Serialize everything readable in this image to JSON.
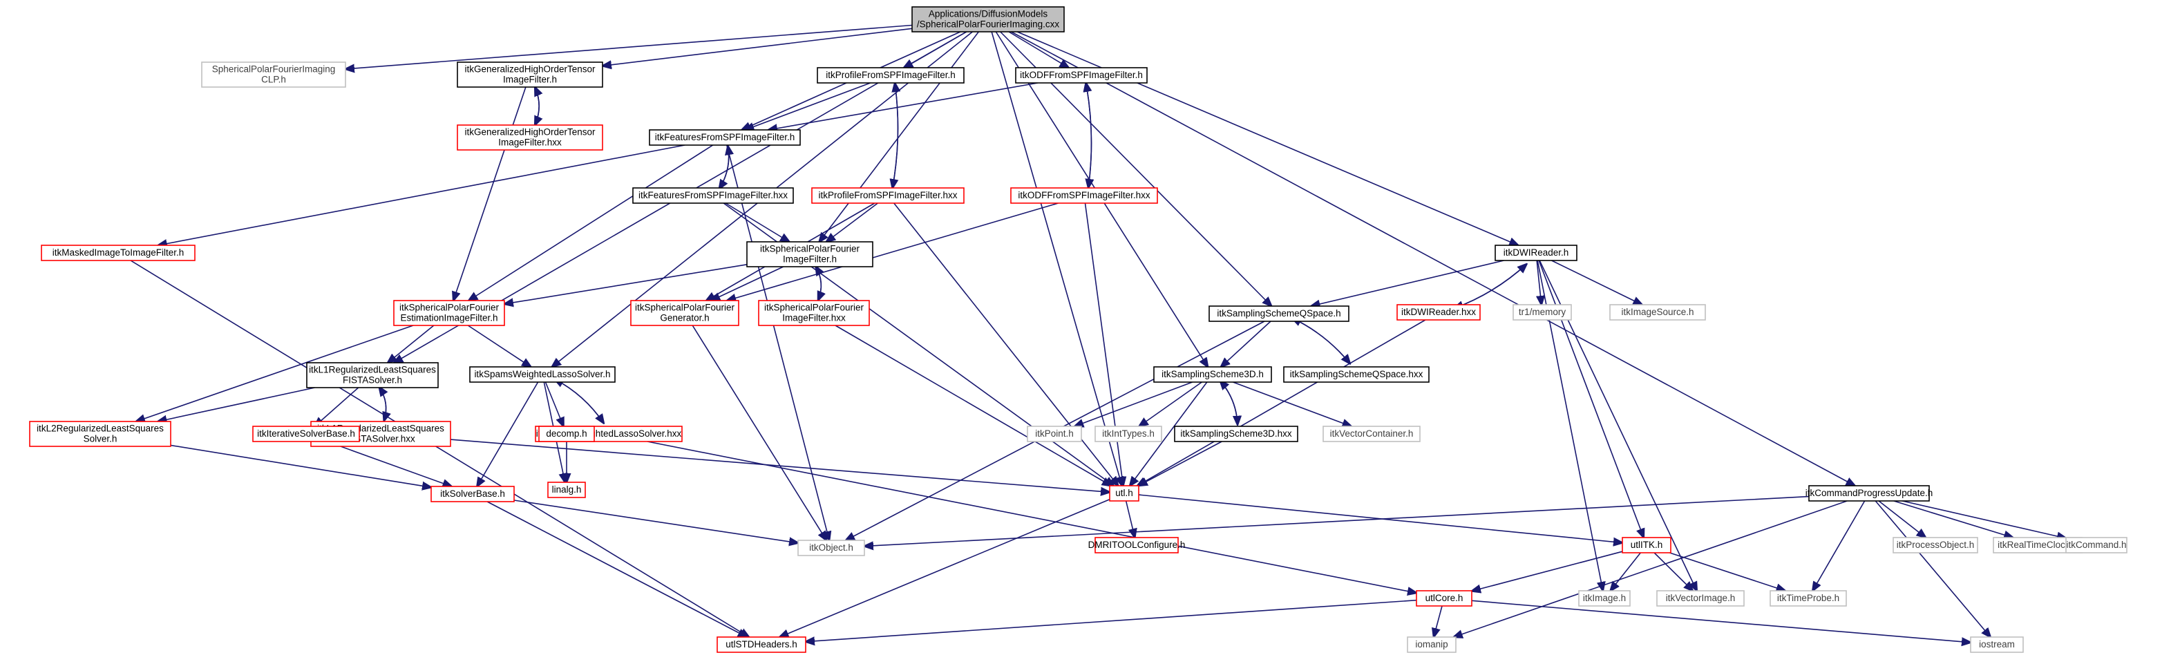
{
  "colors": {
    "root_fill": "#bfbfbf",
    "edge": "#191970",
    "border_black": "#000000",
    "border_red": "#ff0000",
    "border_gray": "#bfbfbf",
    "text_dark": "#000000",
    "text_gray": "#404040"
  },
  "nodes": [
    {
      "id": "root",
      "lines": [
        "Applications/DiffusionModels",
        "/SphericalPolarFourierImaging.cxx"
      ],
      "style": "root"
    },
    {
      "id": "clp",
      "lines": [
        "SphericalPolarFourierImaging",
        "CLP.h"
      ],
      "style": "gray"
    },
    {
      "id": "ghotH",
      "lines": [
        "itkGeneralizedHighOrderTensor",
        "ImageFilter.h"
      ],
      "style": "black"
    },
    {
      "id": "ghotHxx",
      "lines": [
        "itkGeneralizedHighOrderTensor",
        "ImageFilter.hxx"
      ],
      "style": "red"
    },
    {
      "id": "profH",
      "lines": [
        "itkProfileFromSPFImageFilter.h"
      ],
      "style": "black"
    },
    {
      "id": "odfH",
      "lines": [
        "itkODFFromSPFImageFilter.h"
      ],
      "style": "black"
    },
    {
      "id": "featH",
      "lines": [
        "itkFeaturesFromSPFImageFilter.h"
      ],
      "style": "black"
    },
    {
      "id": "featHxx",
      "lines": [
        "itkFeaturesFromSPFImageFilter.hxx"
      ],
      "style": "black"
    },
    {
      "id": "profHxx",
      "lines": [
        "itkProfileFromSPFImageFilter.hxx"
      ],
      "style": "red"
    },
    {
      "id": "odfHxx",
      "lines": [
        "itkODFFromSPFImageFilter.hxx"
      ],
      "style": "red"
    },
    {
      "id": "masked",
      "lines": [
        "itkMaskedImageToImageFilter.h"
      ],
      "style": "red"
    },
    {
      "id": "spfIF",
      "lines": [
        "itkSphericalPolarFourier",
        "ImageFilter.h"
      ],
      "style": "black"
    },
    {
      "id": "spfEst",
      "lines": [
        "itkSphericalPolarFourier",
        "EstimationImageFilter.h"
      ],
      "style": "red"
    },
    {
      "id": "spfGen",
      "lines": [
        "itkSphericalPolarFourier",
        "Generator.h"
      ],
      "style": "red"
    },
    {
      "id": "spfIFhxx",
      "lines": [
        "itkSphericalPolarFourier",
        "ImageFilter.hxx"
      ],
      "style": "red"
    },
    {
      "id": "dwiH",
      "lines": [
        "itkDWIReader.h"
      ],
      "style": "black"
    },
    {
      "id": "dwiHxx",
      "lines": [
        "itkDWIReader.hxx"
      ],
      "style": "red"
    },
    {
      "id": "tr1",
      "lines": [
        "tr1/memory"
      ],
      "style": "gray"
    },
    {
      "id": "imgSrc",
      "lines": [
        "itkImageSource.h"
      ],
      "style": "gray"
    },
    {
      "id": "ssqH",
      "lines": [
        "itkSamplingSchemeQSpace.h"
      ],
      "style": "black"
    },
    {
      "id": "ssqHxx",
      "lines": [
        "itkSamplingSchemeQSpace.hxx"
      ],
      "style": "black"
    },
    {
      "id": "ss3H",
      "lines": [
        "itkSamplingScheme3D.h"
      ],
      "style": "black"
    },
    {
      "id": "ss3Hxx",
      "lines": [
        "itkSamplingScheme3D.hxx"
      ],
      "style": "black"
    },
    {
      "id": "fistaH",
      "lines": [
        "itkL1RegularizedLeastSquares",
        "FISTASolver.h"
      ],
      "style": "black"
    },
    {
      "id": "fistaHxx",
      "lines": [
        "itkL1RegularizedLeastSquares",
        "FISTASolver.hxx"
      ],
      "style": "red"
    },
    {
      "id": "spamsH",
      "lines": [
        "itkSpamsWeightedLassoSolver.h"
      ],
      "style": "black"
    },
    {
      "id": "spamsHxx",
      "lines": [
        "itkSpamsWeightedLassoSolver.hxx"
      ],
      "style": "red"
    },
    {
      "id": "l2",
      "lines": [
        "itkL2RegularizedLeastSquares",
        "Solver.h"
      ],
      "style": "red"
    },
    {
      "id": "iter",
      "lines": [
        "itkIterativeSolverBase.h"
      ],
      "style": "red"
    },
    {
      "id": "decomp",
      "lines": [
        "decomp.h"
      ],
      "style": "red"
    },
    {
      "id": "linalg",
      "lines": [
        "linalg.h"
      ],
      "style": "red"
    },
    {
      "id": "solverBase",
      "lines": [
        "itkSolverBase.h"
      ],
      "style": "red"
    },
    {
      "id": "point",
      "lines": [
        "itkPoint.h"
      ],
      "style": "gray"
    },
    {
      "id": "intTypes",
      "lines": [
        "itkIntTypes.h"
      ],
      "style": "gray"
    },
    {
      "id": "vecCont",
      "lines": [
        "itkVectorContainer.h"
      ],
      "style": "gray"
    },
    {
      "id": "utlh",
      "lines": [
        "utl.h"
      ],
      "style": "red"
    },
    {
      "id": "cmdProg",
      "lines": [
        "itkCommandProgressUpdate.h"
      ],
      "style": "black"
    },
    {
      "id": "object",
      "lines": [
        "itkObject.h"
      ],
      "style": "gray"
    },
    {
      "id": "dmri",
      "lines": [
        "DMRITOOLConfigure.h"
      ],
      "style": "red"
    },
    {
      "id": "utlITK",
      "lines": [
        "utlITK.h"
      ],
      "style": "red"
    },
    {
      "id": "procObj",
      "lines": [
        "itkProcessObject.h"
      ],
      "style": "gray"
    },
    {
      "id": "rtClock",
      "lines": [
        "itkRealTimeClock.h"
      ],
      "style": "gray"
    },
    {
      "id": "command",
      "lines": [
        "itkCommand.h"
      ],
      "style": "gray"
    },
    {
      "id": "image",
      "lines": [
        "itkImage.h"
      ],
      "style": "gray"
    },
    {
      "id": "vecImage",
      "lines": [
        "itkVectorImage.h"
      ],
      "style": "gray"
    },
    {
      "id": "timeProbe",
      "lines": [
        "itkTimeProbe.h"
      ],
      "style": "gray"
    },
    {
      "id": "utlCore",
      "lines": [
        "utlCore.h"
      ],
      "style": "red"
    },
    {
      "id": "stdh",
      "lines": [
        "utlSTDHeaders.h"
      ],
      "style": "red"
    },
    {
      "id": "iomanip",
      "lines": [
        "iomanip"
      ],
      "style": "gray"
    },
    {
      "id": "iostream",
      "lines": [
        "iostream"
      ],
      "style": "gray"
    }
  ],
  "edges": [
    [
      "root",
      "clp"
    ],
    [
      "root",
      "ghotH"
    ],
    [
      "root",
      "profH"
    ],
    [
      "root",
      "odfH"
    ],
    [
      "root",
      "featH"
    ],
    [
      "root",
      "spfIF"
    ],
    [
      "root",
      "fistaH"
    ],
    [
      "root",
      "spamsH"
    ],
    [
      "root",
      "ssqH"
    ],
    [
      "root",
      "ss3H"
    ],
    [
      "root",
      "dwiH"
    ],
    [
      "root",
      "utlh"
    ],
    [
      "root",
      "cmdProg"
    ],
    [
      "ghotH",
      "ghotHxx"
    ],
    [
      "ghotHxx",
      "ghotH"
    ],
    [
      "ghotH",
      "spfEst"
    ],
    [
      "profH",
      "featH"
    ],
    [
      "profH",
      "profHxx"
    ],
    [
      "profHxx",
      "profH"
    ],
    [
      "odfH",
      "featH"
    ],
    [
      "odfH",
      "odfHxx"
    ],
    [
      "odfHxx",
      "odfH"
    ],
    [
      "featH",
      "featHxx"
    ],
    [
      "featHxx",
      "featH"
    ],
    [
      "featH",
      "masked"
    ],
    [
      "featH",
      "spfEst"
    ],
    [
      "featH",
      "object"
    ],
    [
      "featHxx",
      "spfIF"
    ],
    [
      "featHxx",
      "utlh"
    ],
    [
      "profHxx",
      "spfIF"
    ],
    [
      "profHxx",
      "utlh"
    ],
    [
      "profHxx",
      "spfGen"
    ],
    [
      "odfHxx",
      "utlh"
    ],
    [
      "odfHxx",
      "spfGen"
    ],
    [
      "masked",
      "stdh"
    ],
    [
      "spfIF",
      "spfEst"
    ],
    [
      "spfIF",
      "spfGen"
    ],
    [
      "spfIF",
      "spfIFhxx"
    ],
    [
      "spfIFhxx",
      "spfIF"
    ],
    [
      "spfEst",
      "fistaH"
    ],
    [
      "spfEst",
      "spamsH"
    ],
    [
      "spfEst",
      "l2"
    ],
    [
      "spfGen",
      "object"
    ],
    [
      "spfIFhxx",
      "utlh"
    ],
    [
      "fistaH",
      "l2"
    ],
    [
      "fistaH",
      "iter"
    ],
    [
      "fistaH",
      "fistaHxx"
    ],
    [
      "fistaHxx",
      "fistaH"
    ],
    [
      "spamsH",
      "solverBase"
    ],
    [
      "spamsH",
      "decomp"
    ],
    [
      "spamsH",
      "linalg"
    ],
    [
      "spamsH",
      "spamsHxx"
    ],
    [
      "spamsHxx",
      "spamsH"
    ],
    [
      "decomp",
      "linalg"
    ],
    [
      "spamsHxx",
      "utlCore"
    ],
    [
      "l2",
      "solverBase"
    ],
    [
      "iter",
      "solverBase"
    ],
    [
      "fistaHxx",
      "utlh"
    ],
    [
      "solverBase",
      "object"
    ],
    [
      "solverBase",
      "stdh"
    ],
    [
      "dwiH",
      "dwiHxx"
    ],
    [
      "dwiHxx",
      "dwiH"
    ],
    [
      "dwiH",
      "ssqH"
    ],
    [
      "dwiH",
      "tr1"
    ],
    [
      "dwiH",
      "imgSrc"
    ],
    [
      "dwiH",
      "utlITK"
    ],
    [
      "dwiH",
      "image"
    ],
    [
      "dwiH",
      "vecImage"
    ],
    [
      "dwiHxx",
      "utlh"
    ],
    [
      "ssqH",
      "ss3H"
    ],
    [
      "ssqH",
      "ssqHxx"
    ],
    [
      "ssqHxx",
      "ssqH"
    ],
    [
      "ssqH",
      "object"
    ],
    [
      "ss3H",
      "point"
    ],
    [
      "ss3H",
      "intTypes"
    ],
    [
      "ss3H",
      "vecCont"
    ],
    [
      "ss3H",
      "ss3Hxx"
    ],
    [
      "ss3Hxx",
      "ss3H"
    ],
    [
      "ss3H",
      "utlh"
    ],
    [
      "ss3Hxx",
      "utlh"
    ],
    [
      "utlh",
      "dmri"
    ],
    [
      "utlh",
      "utlITK"
    ],
    [
      "utlh",
      "stdh"
    ],
    [
      "cmdProg",
      "object"
    ],
    [
      "cmdProg",
      "procObj"
    ],
    [
      "cmdProg",
      "rtClock"
    ],
    [
      "cmdProg",
      "command"
    ],
    [
      "cmdProg",
      "timeProbe"
    ],
    [
      "cmdProg",
      "iomanip"
    ],
    [
      "cmdProg",
      "iostream"
    ],
    [
      "utlITK",
      "utlCore"
    ],
    [
      "utlITK",
      "image"
    ],
    [
      "utlITK",
      "vecImage"
    ],
    [
      "utlITK",
      "timeProbe"
    ],
    [
      "utlCore",
      "stdh"
    ],
    [
      "utlCore",
      "iomanip"
    ],
    [
      "utlCore",
      "iostream"
    ]
  ]
}
